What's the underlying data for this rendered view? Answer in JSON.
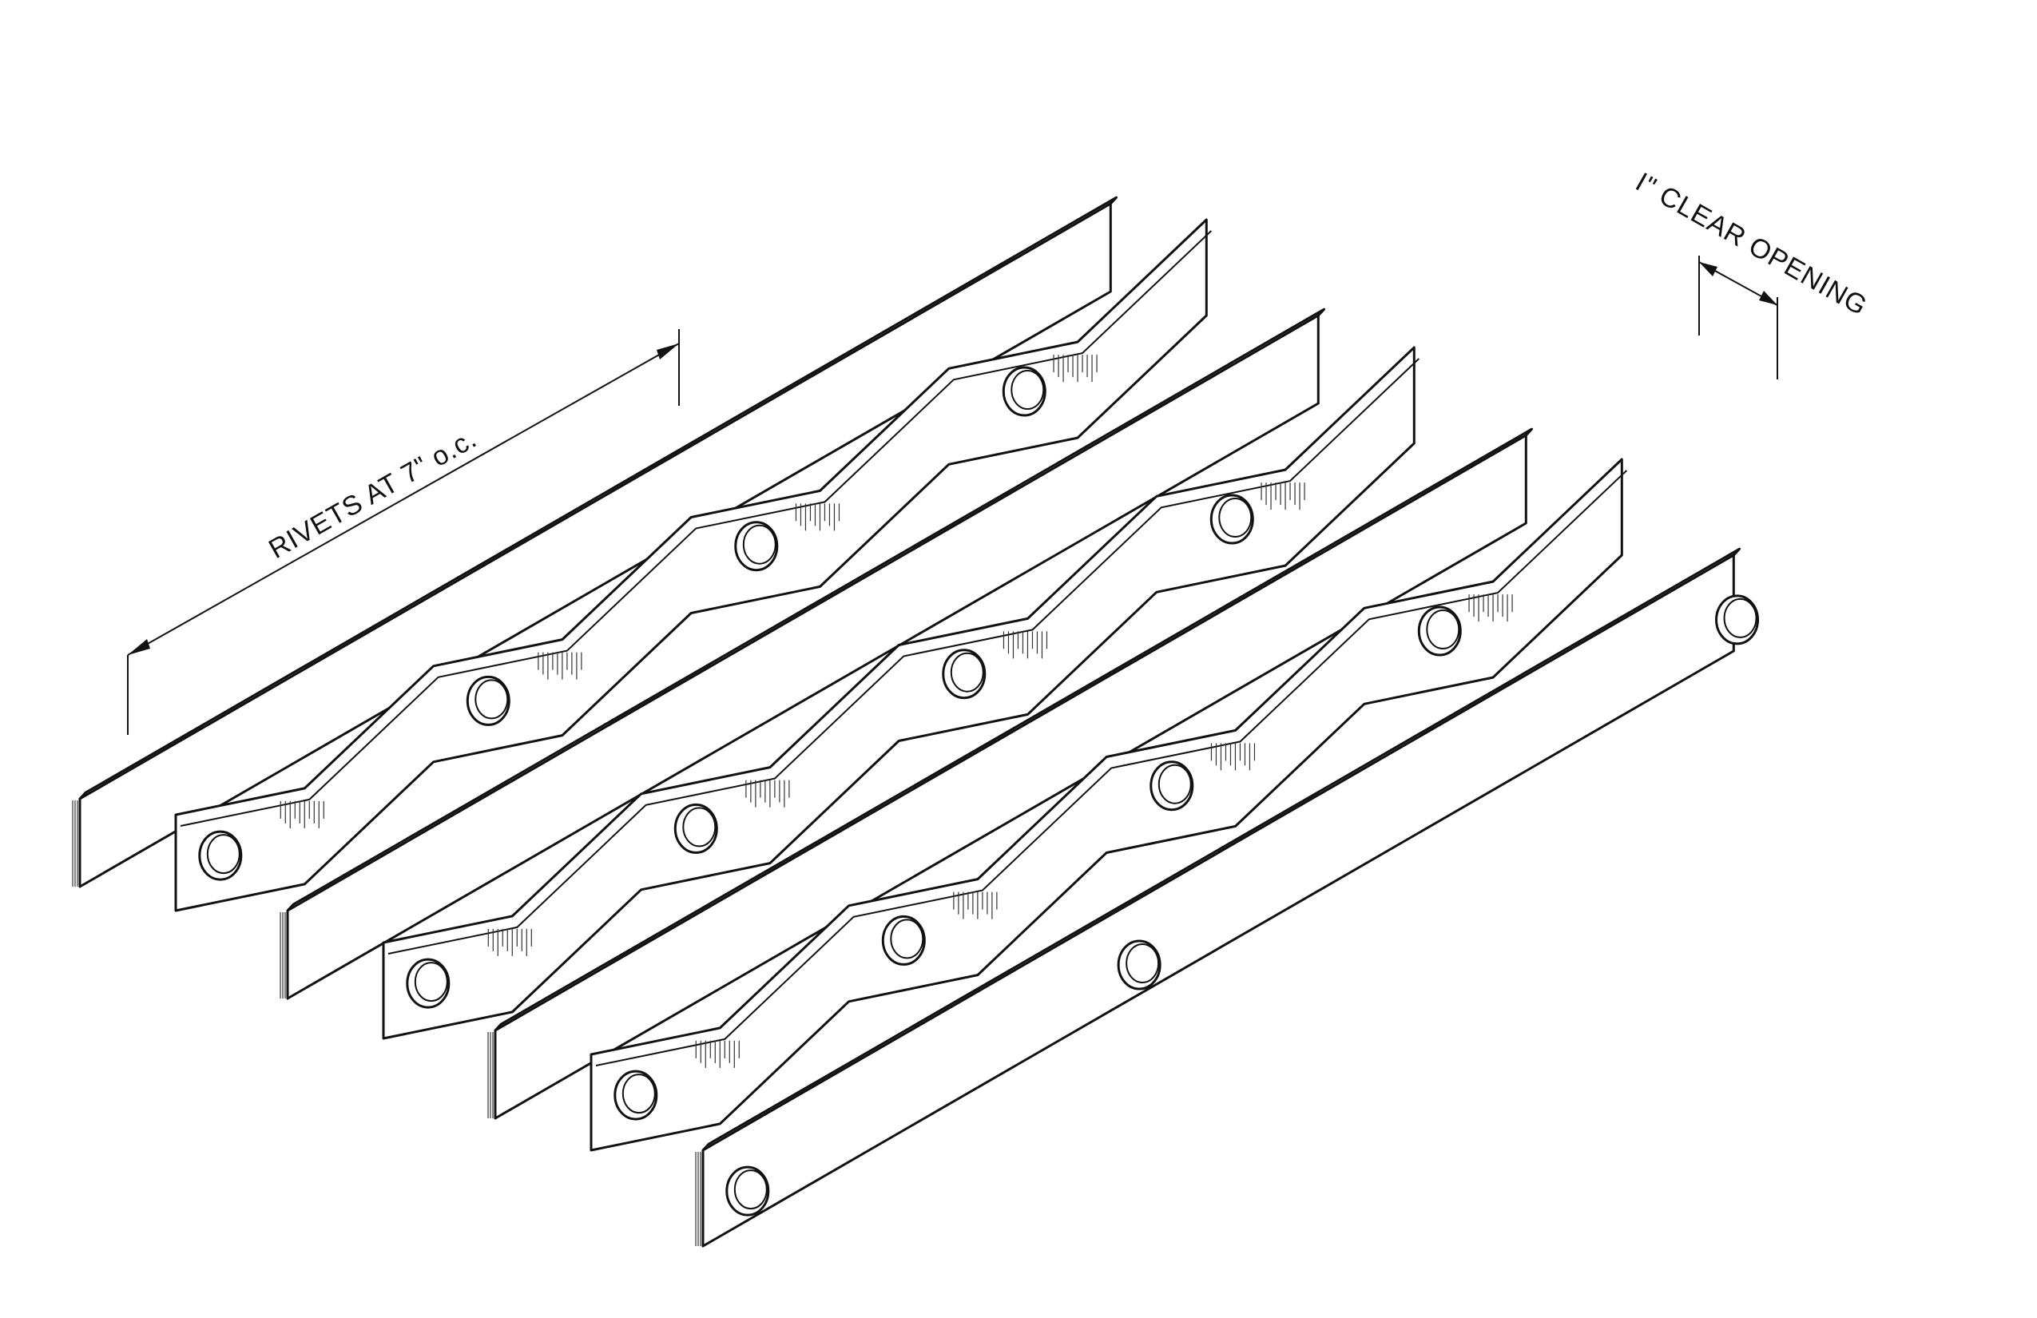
{
  "drawing": {
    "subject": "",
    "annotations": {
      "rivet_spacing": "RIVETS AT 7\" o.c.",
      "clear_opening": "I\" CLEAR OPENING"
    },
    "counts": {
      "straight_bars": 4,
      "reticuline_bars": 3
    },
    "colors": {
      "line": "#111111",
      "background": "#ffffff"
    }
  }
}
